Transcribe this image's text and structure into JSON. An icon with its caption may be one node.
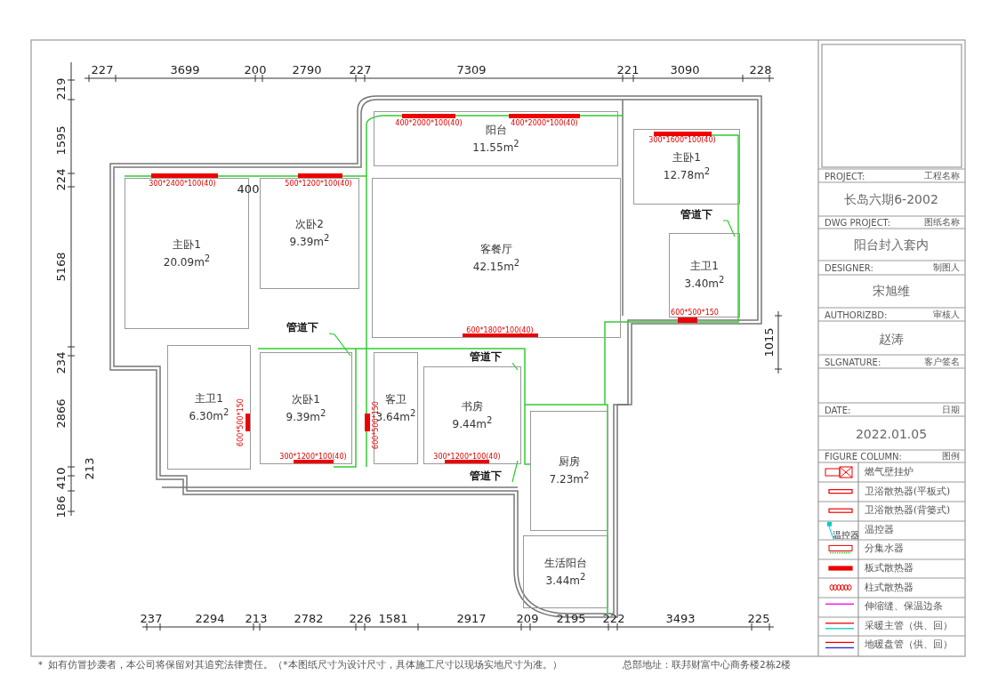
{
  "diagram": {
    "nodes": [
      {
        "text": [
          "阳台",
          "11.55m$^{2}$"
        ]
      },
      {
        "text": [
          "主卧1",
          "20.09m$^{2}$"
        ]
      },
      {
        "text": [
          "次卧2",
          "9.39m$^{2}$"
        ]
      },
      {
        "text": [
          "客餐厅",
          "42.15m$^{2}$"
        ]
      },
      {
        "text": [
          "主卧1",
          "12.78m$^{2}$"
        ]
      },
      {
        "text": [
          "主卫1",
          "3.40m$^{2}$"
        ]
      },
      {
        "text": [
          "主卫1",
          "6.30m$^{2}$"
        ]
      },
      {
        "text": [
          "次卧1",
          "9.39m$^{2}$"
        ]
      },
      {
        "text": [
          "客卫",
          "3.64m$^{2}$"
        ]
      },
      {
        "text": [
          "书房",
          "9.44m$^{2}$"
        ]
      },
      {
        "text": [
          "厨房",
          "7.23m$^{2}$"
        ]
      },
      {
        "text": [
          "生活阳台",
          "3.44m$^{2}$"
        ]
      },
      {
        "text": [
          "管道下"
        ]
      },
      {
        "text": [
          "管道下"
        ]
      },
      {
        "text": [
          "管道下"
        ]
      },
      {
        "text": [
          "管道下"
        ]
      }
    ],
    "edges": [
      {
        "from": 12,
        "to": 7,
        "arrow": "none"
      },
      {
        "from": 13,
        "to": 5,
        "arrow": "none"
      },
      {
        "from": 14,
        "to": 9,
        "arrow": "none"
      },
      {
        "from": 15,
        "to": 9,
        "arrow": "none"
      }
    ],
    "labels": [
      "227",
      "3699",
      "200",
      "2790",
      "227",
      "7309",
      "221",
      "3090",
      "228",
      "400",
      "219",
      "1595",
      "224",
      "5168",
      "234",
      "2866",
      "213",
      "410",
      "186",
      "1015",
      "300*2400*100(40)",
      "500*1200*100(40)",
      "400*2000*100(40)",
      "400*2000*100(40)",
      "300*1600*100(40)",
      "600*500*150",
      "600*1800*100(40)",
      "600*500*150",
      "600*500*150",
      "300*1200*100(40)",
      "300*1200*100(40)",
      "237",
      "2294",
      "213",
      "2782",
      "226",
      "1581",
      "2917",
      "209",
      "2195",
      "222",
      "3493",
      "225",
      "PROJECT:",
      "工程名称",
      "长岛六期6-2002",
      "DWG PROJECT:",
      "图纸名称",
      "阳台封入套内",
      "DESIGNER:",
      "制图人",
      "宋旭维",
      "AUTHORIZBD:",
      "审核人",
      "赵涛",
      "SLGNATURE:",
      "客户签名",
      "DATE:",
      "日期",
      "2022.01.05",
      "FIGURE COLUMN:",
      "图例",
      "温控器",
      "＊ 如有仿冒抄袭者，本公司将保留对其追究法律责任。（*本图纸尺寸为设计尺寸，具体施工尺寸以现场实地尺寸为准。）",
      "总部地址：联邦财富中心商务楼2栋2楼"
    ],
    "legend": [
      {
        "text": "燃气壁挂炉"
      },
      {
        "text": "卫浴散热器(平板式)"
      },
      {
        "text": "卫浴散热器(背篓式)"
      },
      {
        "text": "温控器"
      },
      {
        "text": "分集水器"
      },
      {
        "text": "板式散热器"
      },
      {
        "text": "柱式散热器"
      },
      {
        "text": "伸缩缝、保温边条"
      },
      {
        "text": "采暖主管（供、回）"
      },
      {
        "text": "地暖盘管（供、回）"
      }
    ]
  }
}
